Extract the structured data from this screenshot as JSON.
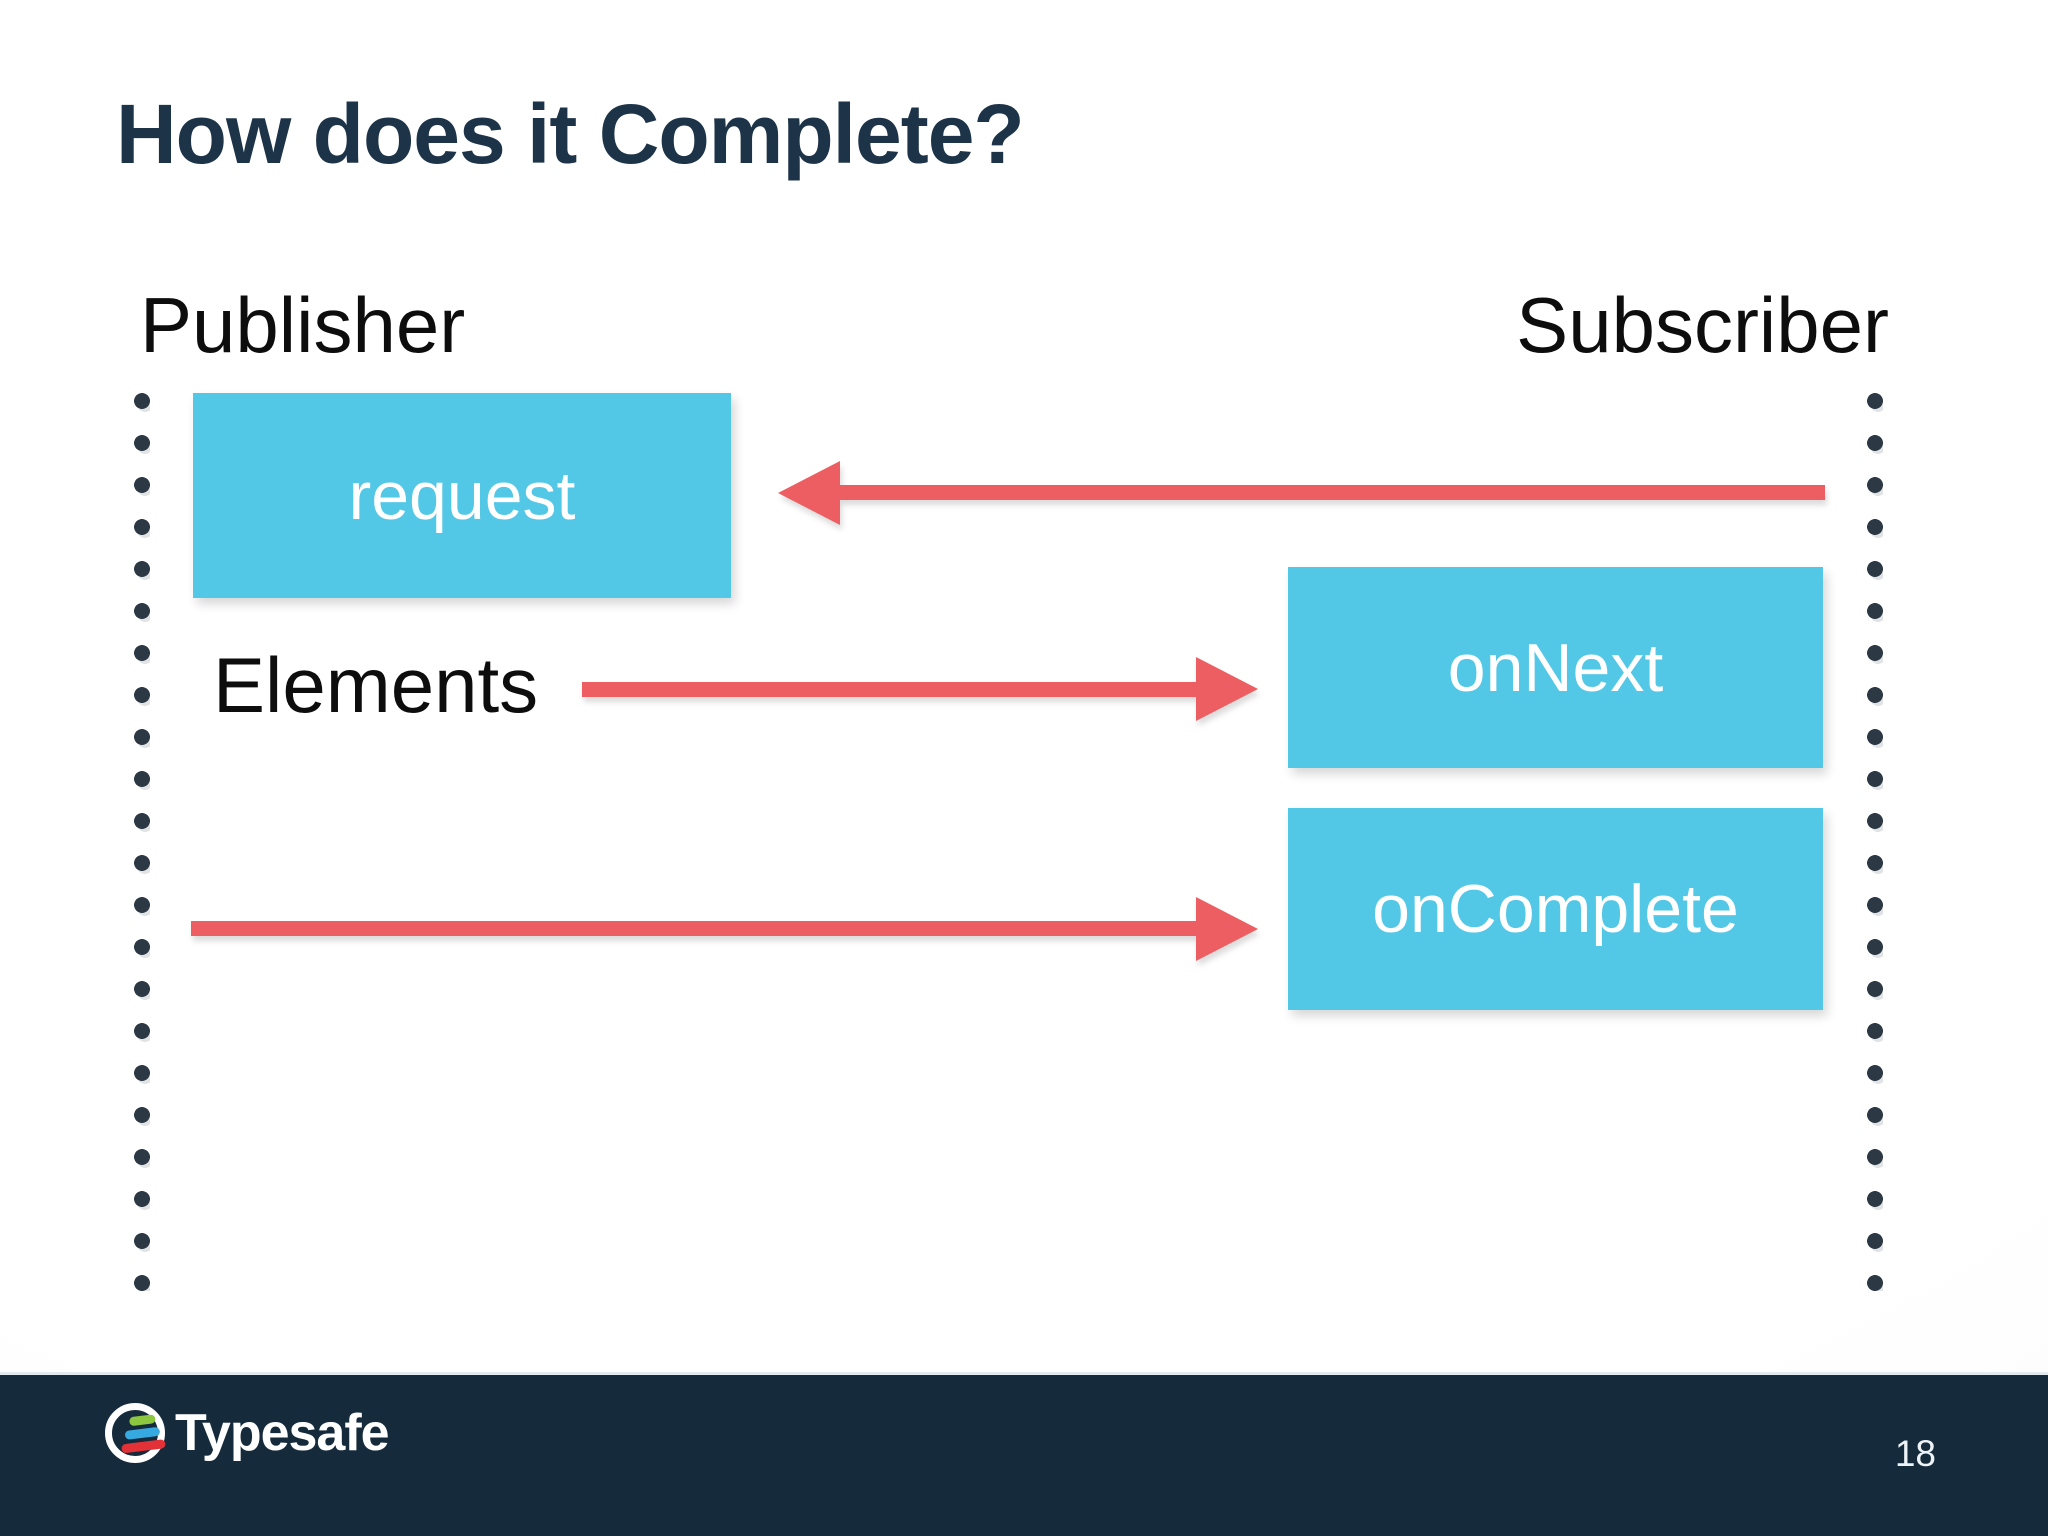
{
  "slide": {
    "title": "How does it Complete?"
  },
  "diagram": {
    "publisher_label": "Publisher",
    "subscriber_label": "Subscriber",
    "elements_label": "Elements",
    "messages": {
      "request": "request",
      "on_next": "onNext",
      "on_complete": "onComplete"
    }
  },
  "footer": {
    "brand": "Typesafe",
    "page_number": "18"
  },
  "colors": {
    "accent_cyan": "#53c7e6",
    "arrow_red": "#ec5e62",
    "title_navy": "#1d3348",
    "footer_navy": "#152a3b",
    "lifeline_dot": "#2c3945",
    "logo_green": "#8dc63f",
    "logo_blue": "#36a9e1",
    "logo_red": "#e23237"
  }
}
